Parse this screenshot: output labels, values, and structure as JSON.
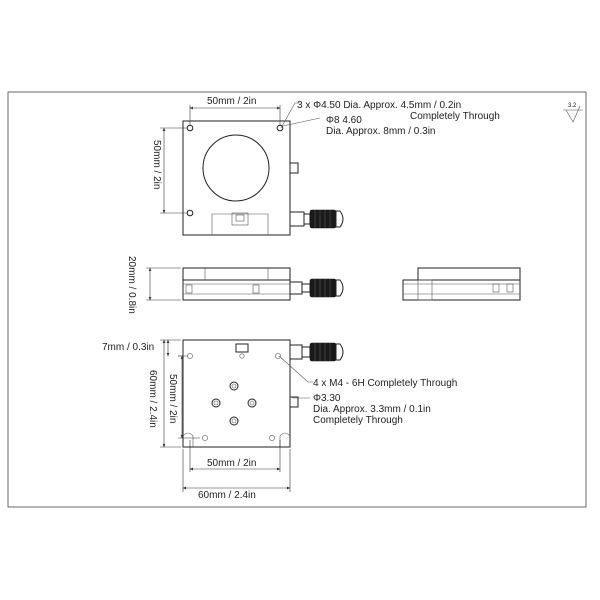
{
  "surface_symbol": "3.2",
  "top_view": {
    "width_dim": "50mm / 2in",
    "height_dim": "50mm / 2in",
    "note_holes_line1": "3 x Φ4.50 Dia. Approx. 4.5mm / 0.2in",
    "note_holes_line2": "Completely Through",
    "note_counterbore_line1": "Φ8 4.60",
    "note_counterbore_line2": "Dia. Approx. 8mm / 0.3in"
  },
  "side_view": {
    "height_dim": "20mm / 0.8in"
  },
  "bottom_view": {
    "offset_dim": "7mm / 0.3in",
    "outer_height_dim": "60mm / 2.4in",
    "inner_height_dim": "50mm / 2in",
    "inner_width_dim": "50mm / 2in",
    "outer_width_dim": "60mm / 2.4in",
    "note_tapped_line1": "4 x M4 - 6H Completely Through",
    "note_thru_line1": "Φ3.30",
    "note_thru_line2": "Dia. Approx. 3.3mm / 0.1in",
    "note_thru_line3": "Completely Through"
  }
}
